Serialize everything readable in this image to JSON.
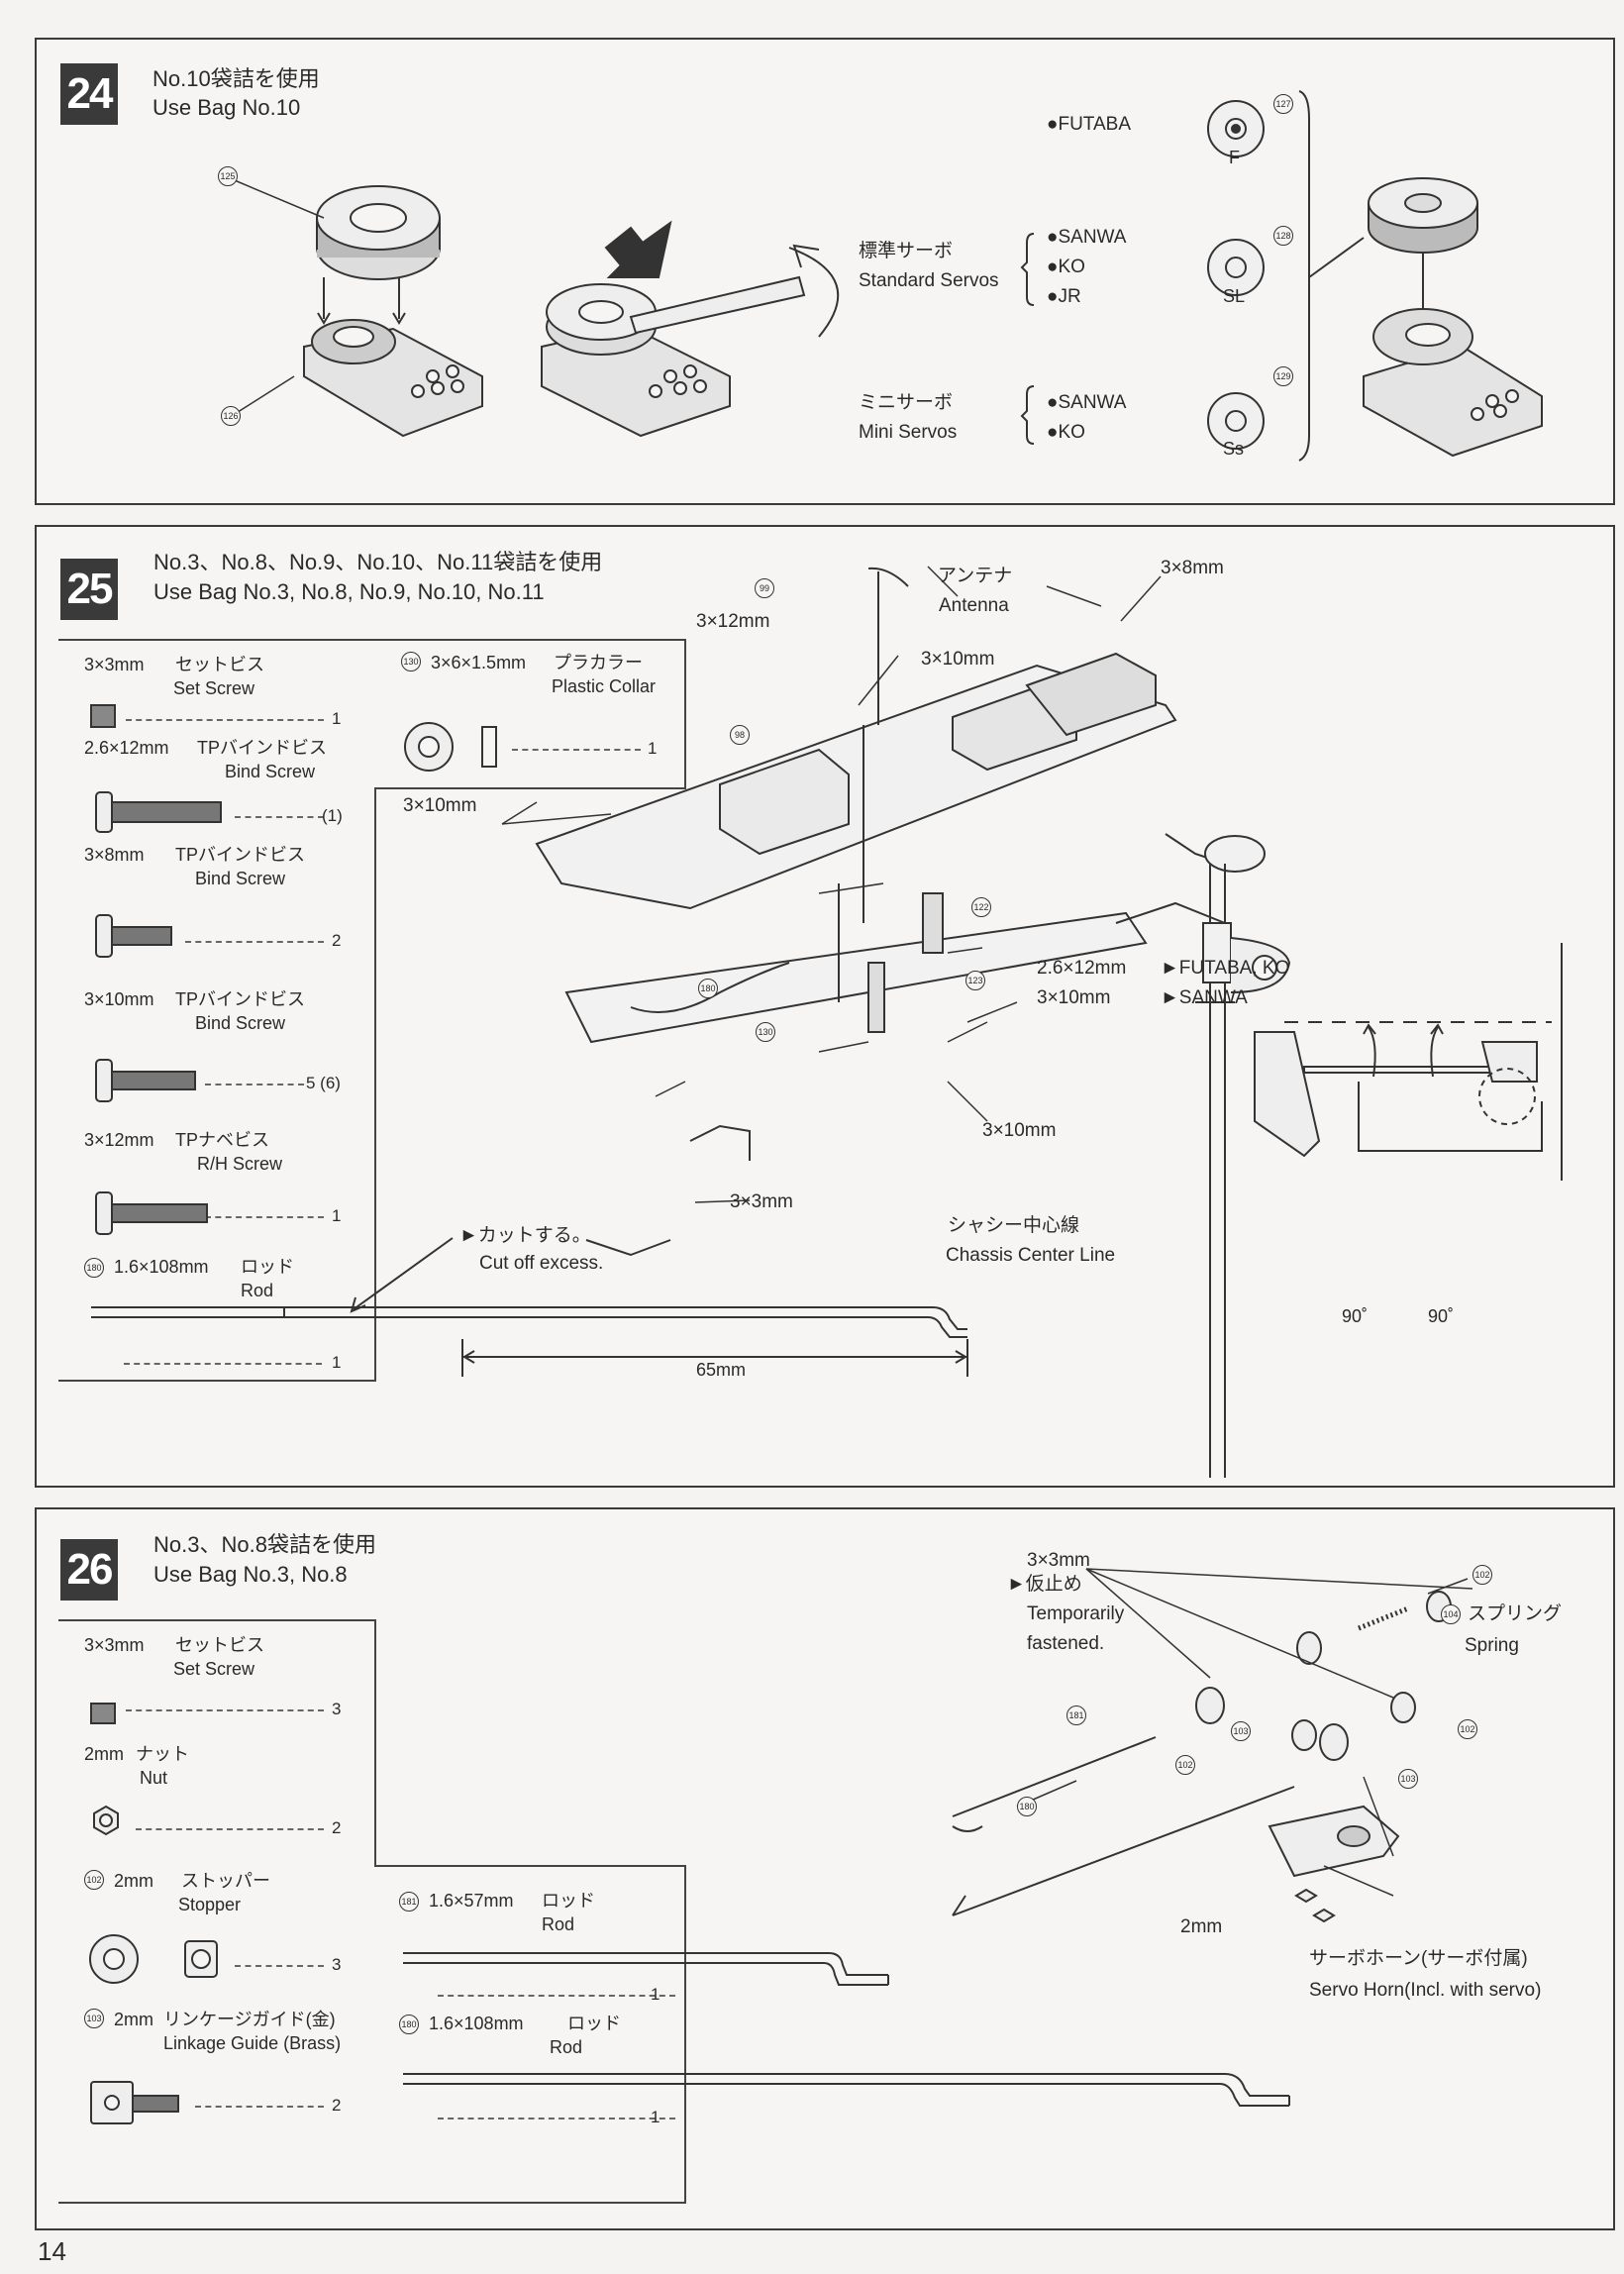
{
  "step24": {
    "number": "24",
    "bag_jp": "No.10袋詰を使用",
    "bag_en": "Use Bag No.10",
    "part_125": "125",
    "part_126": "126",
    "part_127": "127",
    "part_128": "128",
    "part_129": "129",
    "futaba": "●FUTABA",
    "std_jp": "標準サーボ",
    "std_en": "Standard Servos",
    "std_brands": [
      "●SANWA",
      "●KO",
      "●JR"
    ],
    "mini_jp": "ミニサーボ",
    "mini_en": "Mini Servos",
    "mini_brands": [
      "●SANWA",
      "●KO"
    ],
    "horn_f": "F",
    "horn_sl": "SL",
    "horn_ss": "Ss"
  },
  "step25": {
    "number": "25",
    "bag_jp": "No.3、No.8、No.9、No.10、No.11袋詰を使用",
    "bag_en": "Use Bag No.3, No.8, No.9, No.10, No.11",
    "parts": [
      {
        "size": "3×3mm",
        "name_jp": "セットビス",
        "name_en": "Set Screw",
        "qty": "1"
      },
      {
        "size": "2.6×12mm",
        "name_jp": "TPバインドビス",
        "name_en": "Bind Screw",
        "qty": "(1)"
      },
      {
        "size": "3×8mm",
        "name_jp": "TPバインドビス",
        "name_en": "Bind Screw",
        "qty": "2"
      },
      {
        "size": "3×10mm",
        "name_jp": "TPバインドビス",
        "name_en": "Bind Screw",
        "qty": "5 (6)"
      },
      {
        "size": "3×12mm",
        "name_jp": "TPナベビス",
        "name_en": "R/H Screw",
        "qty": "1"
      },
      {
        "size": "1.6×108mm",
        "name_jp": "ロッド",
        "name_en": "Rod",
        "qty": "1",
        "num": "180"
      }
    ],
    "collar": {
      "num": "130",
      "size": "3×6×1.5mm",
      "name_jp": "プラカラー",
      "name_en": "Plastic Collar",
      "qty": "1"
    },
    "cut_jp": "►カットする。",
    "cut_en": "Cut off excess.",
    "rod_len": "65mm",
    "antenna_jp": "アンテナ",
    "antenna_en": "Antenna",
    "lbl_3x12": "3×12mm",
    "lbl_3x8": "3×8mm",
    "lbl_3x10a": "3×10mm",
    "lbl_3x10b": "3×10mm",
    "lbl_3x10c": "3×10mm",
    "lbl_3x3": "3×3mm",
    "lbl_26x12": "2.6×12mm",
    "lbl_futaba_ko": "►FUTABA, KO",
    "lbl_3x10d": "3×10mm",
    "lbl_sanwa": "►SANWA",
    "center_jp": "シャシー中心線",
    "center_en": "Chassis Center Line",
    "deg1": "90˚",
    "deg2": "90˚",
    "n99": "99",
    "n98": "98",
    "n122": "122",
    "n123": "123",
    "n130": "130",
    "n180": "180"
  },
  "step26": {
    "number": "26",
    "bag_jp": "No.3、No.8袋詰を使用",
    "bag_en": "Use Bag No.3, No.8",
    "parts": [
      {
        "size": "3×3mm",
        "name_jp": "セットビス",
        "name_en": "Set Screw",
        "qty": "3"
      },
      {
        "size": "2mm",
        "name_jp": "ナット",
        "name_en": "Nut",
        "qty": "2"
      },
      {
        "num": "102",
        "size": "2mm",
        "name_jp": "ストッパー",
        "name_en": "Stopper",
        "qty": "3"
      },
      {
        "num": "103",
        "size": "2mm",
        "name_jp": "リンケージガイド(金)",
        "name_en": "Linkage Guide (Brass)",
        "qty": "2"
      }
    ],
    "rod1": {
      "num": "181",
      "size": "1.6×57mm",
      "name_jp": "ロッド",
      "name_en": "Rod",
      "qty": "1"
    },
    "rod2": {
      "num": "180",
      "size": "1.6×108mm",
      "name_jp": "ロッド",
      "name_en": "Rod",
      "qty": "1"
    },
    "temp_size": "3×3mm",
    "temp_jp": "►仮止め",
    "temp_en1": "Temporarily",
    "temp_en2": "fastened.",
    "spring_jp": "スプリング",
    "spring_en": "Spring",
    "lbl_2mm": "2mm",
    "horn_jp": "サーボホーン(サーボ付属)",
    "horn_en": "Servo Horn(Incl. with servo)",
    "n102a": "102",
    "n102b": "102",
    "n102c": "102",
    "n103a": "103",
    "n103b": "103",
    "n104": "104",
    "n181": "181",
    "n180": "180"
  },
  "page_number": "14"
}
